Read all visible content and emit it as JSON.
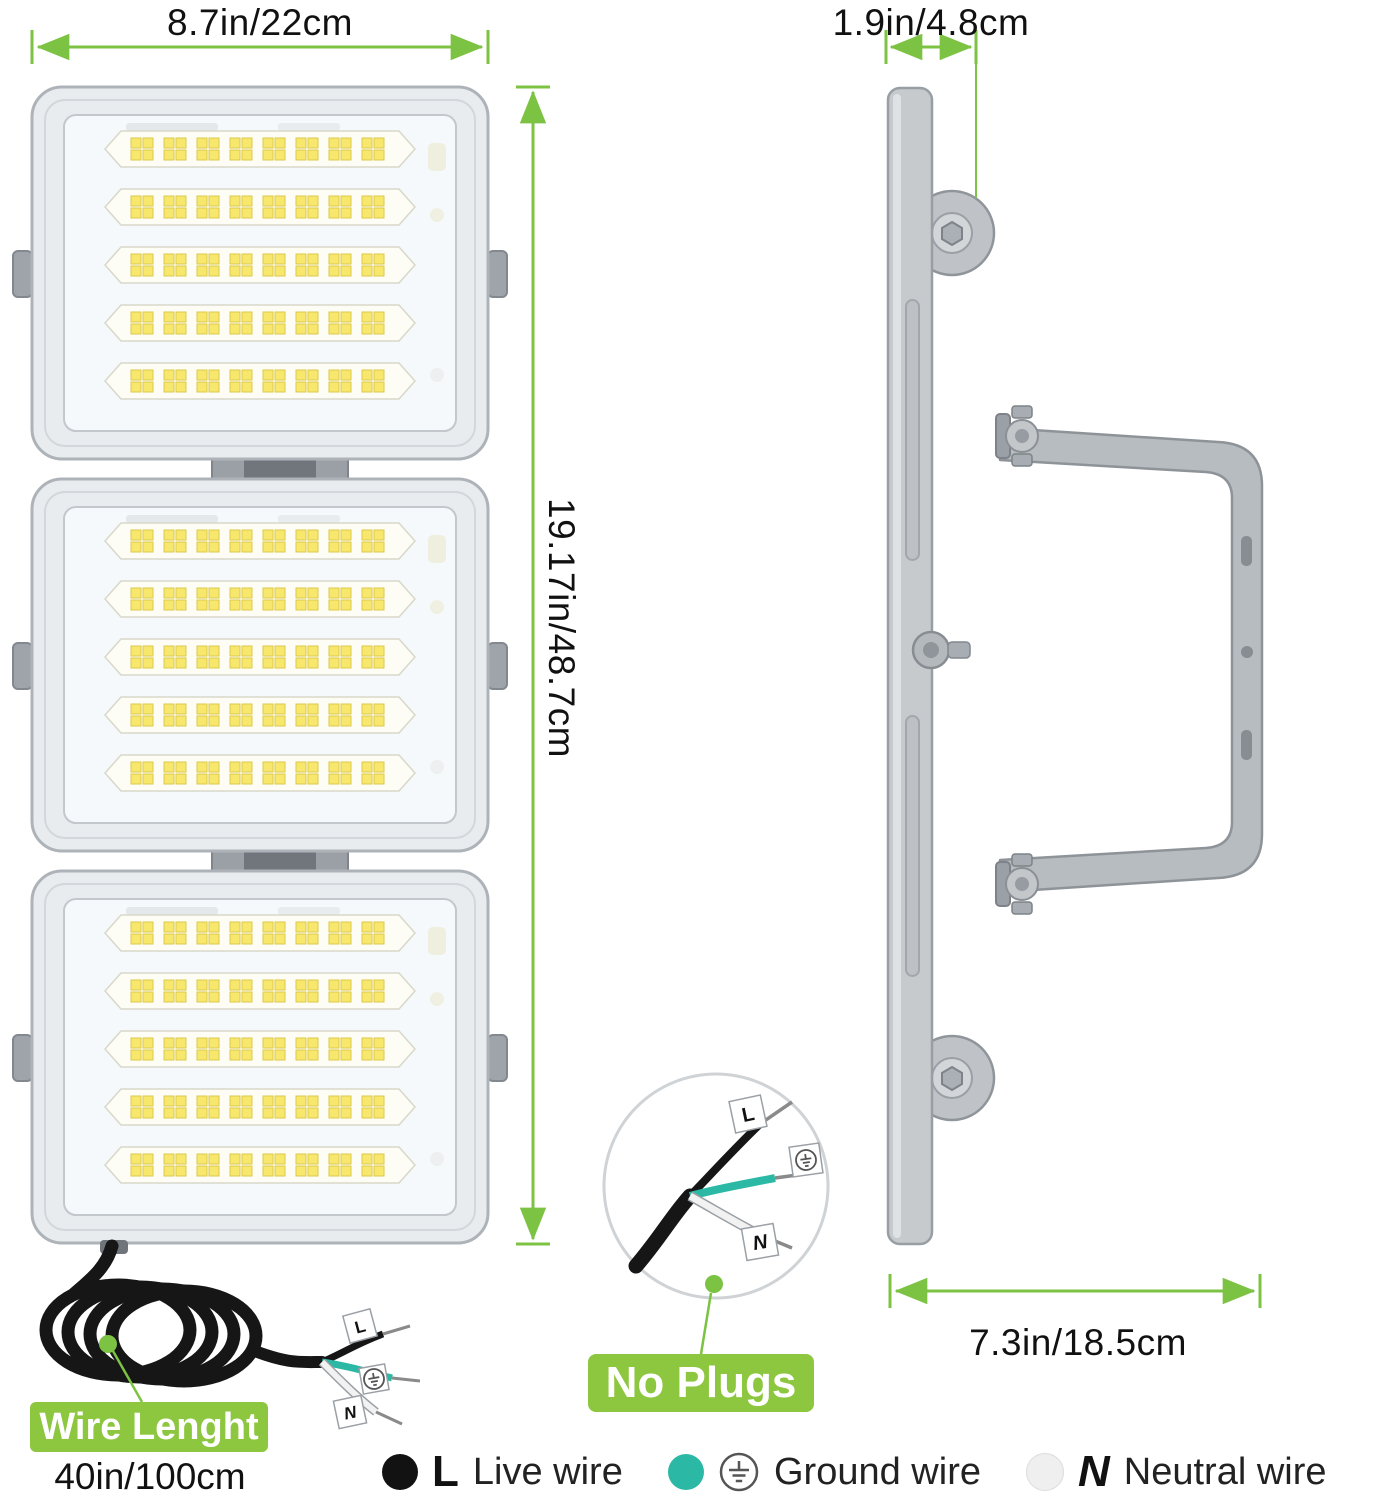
{
  "colors": {
    "accent_green": "#8dc63f",
    "arrow_green": "#7cc243",
    "ground_teal": "#2bb8a5"
  },
  "dimensions": {
    "front_width": "8.7in/22cm",
    "side_depth": "1.9in/4.8cm",
    "front_height": "19.17in/48.7cm",
    "bracket_width": "7.3in/18.5cm"
  },
  "callouts": {
    "no_plugs": "No Plugs",
    "wire_length_title": "Wire Lenght",
    "wire_length_value": "40in/100cm"
  },
  "wire_tags": {
    "live": "L",
    "neutral": "N"
  },
  "legend": [
    {
      "symbol": "L",
      "label": "Live wire"
    },
    {
      "symbol": "⏚",
      "label": "Ground wire"
    },
    {
      "symbol": "N",
      "label": "Neutral wire"
    }
  ]
}
